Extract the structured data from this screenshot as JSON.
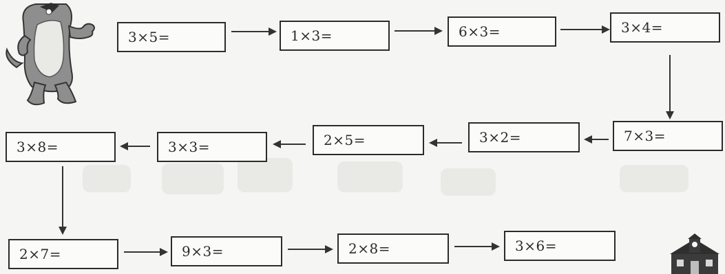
{
  "exercises": {
    "row1": [
      "3×5=",
      "1×3=",
      "6×3=",
      "3×4="
    ],
    "row2": [
      "3×8=",
      "3×3=",
      "2×5=",
      "3×2=",
      "7×3="
    ],
    "row3": [
      "2×7=",
      "9×3=",
      "2×8=",
      "3×6="
    ]
  },
  "colors": {
    "paper": "#f5f5f3",
    "border": "#2b2b2b",
    "text": "#2a2a2a"
  },
  "icons": [
    "dog-mascot-icon",
    "schoolhouse-icon",
    "arrow-icon"
  ]
}
